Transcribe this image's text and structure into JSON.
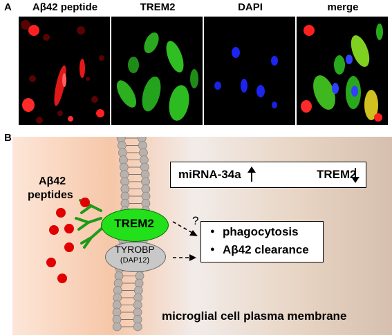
{
  "panel_a": {
    "letter": "A",
    "labels": [
      "Aβ42 peptide",
      "TREM2",
      "DAPI",
      "merge"
    ]
  },
  "panel_b": {
    "letter": "B",
    "peptides_label_line1": "Aβ42",
    "peptides_label_line2": "peptides",
    "trem2_label": "TREM2",
    "tyrobp_label": "TYROBP",
    "dap12_label": "(DAP12)",
    "question_mark": "?",
    "mirna_label": "miRNA-34a",
    "mirna_trem2_label": "TREM2",
    "function_items": [
      "phagocytosis",
      "Aβ42 clearance"
    ],
    "bullet": "●",
    "membrane_caption": "microglial cell plasma membrane"
  },
  "colors": {
    "red_channel": "#e01010",
    "green_channel": "#22c21a",
    "blue_channel": "#1a22ee",
    "trem2_fill": "#22e01a",
    "tyrobp_fill": "#c8c8c8",
    "peptide_red": "#e00000",
    "membrane_bead": "#b8b2ae"
  }
}
